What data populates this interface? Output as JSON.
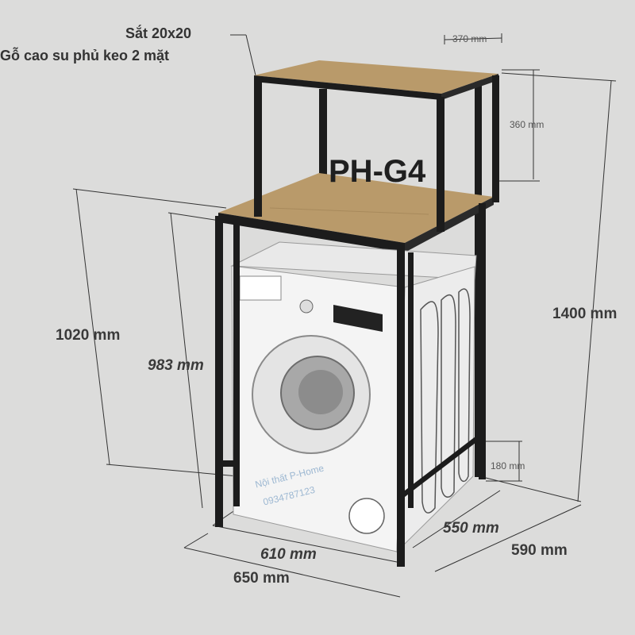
{
  "model": "PH-G4",
  "materials": {
    "frame": "Sắt 20x20",
    "wood": "Gỗ cao su phủ keo 2 mặt"
  },
  "dimensions": {
    "shelf_top_depth": "370 mm",
    "shelf_gap": "360 mm",
    "total_height": "1400 mm",
    "lower_frame_height": "1020 mm",
    "machine_height": "983 mm",
    "foot_clearance": "180 mm",
    "inner_depth": "550 mm",
    "outer_depth": "590 mm",
    "inner_width": "610 mm",
    "outer_width": "650 mm"
  },
  "watermark": {
    "brand": "Nội thất P-Home",
    "phone": "0934787123"
  },
  "colors": {
    "background": "#dcdcdb",
    "wood": "#b99a6a",
    "frame": "#1c1c1c",
    "machine": "#f3f3f3",
    "dimension_line": "#333333"
  }
}
